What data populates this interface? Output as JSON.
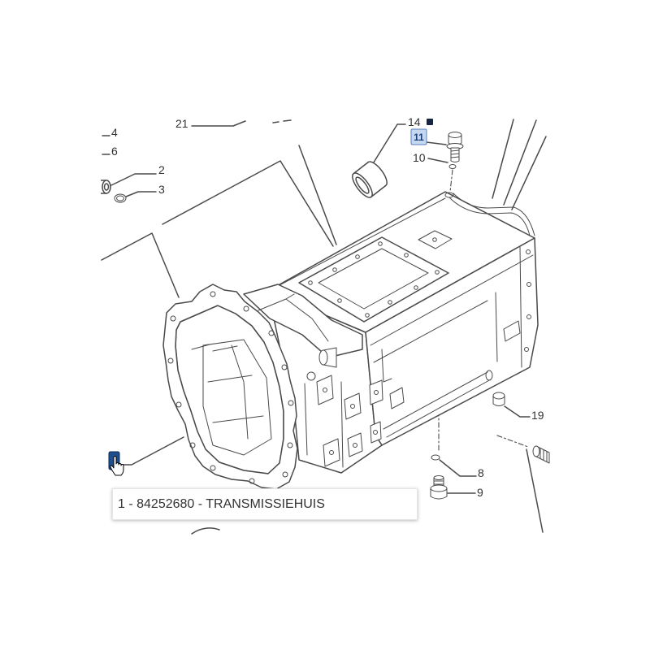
{
  "diagram": {
    "callouts": [
      {
        "label": "21"
      },
      {
        "label": "14"
      },
      {
        "label": "11"
      },
      {
        "label": "10"
      },
      {
        "label": "4"
      },
      {
        "label": "6"
      },
      {
        "label": "2"
      },
      {
        "label": "3"
      },
      {
        "label": "19"
      },
      {
        "label": "8"
      },
      {
        "label": "9"
      }
    ]
  },
  "tooltip": {
    "text": "1 - 84252680 - TRANSMISSIEHUIS"
  },
  "icons": {
    "cursor": "hand-pointer-icon",
    "selected_hotspot": "hotspot-marker-icon",
    "highlighted_hotspot": "hotspot-highlight-icon",
    "flag_hotspot": "hotspot-flag-icon"
  },
  "colors": {
    "background": "#ffffff",
    "line": "#4a4a4a",
    "label_text": "#333333",
    "hotspot_selected": "#1e4e8c",
    "hotspot_highlight": "#c6d7f0",
    "hotspot_highlight_text": "#1b3f7a",
    "hotspot_flag": "#142640"
  }
}
